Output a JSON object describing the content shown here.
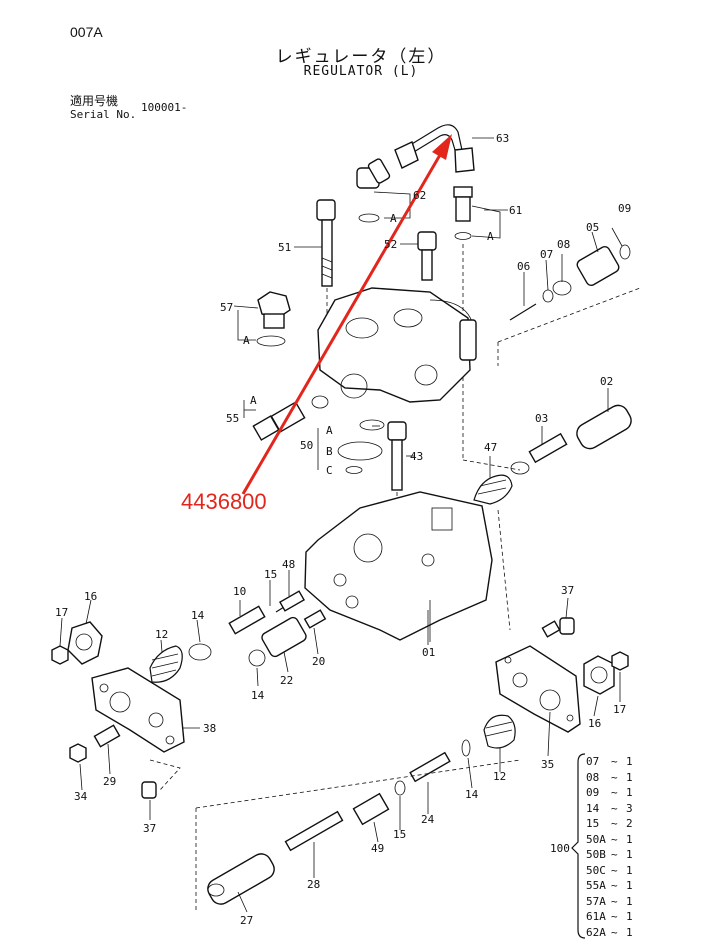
{
  "header": {
    "page_code": "007A",
    "title_jp": "レギュレータ（左）",
    "title_en": "REGULATOR (L)",
    "serial_label_jp": "適用号機",
    "serial_label_en": "Serial No.",
    "serial_value": "100001-"
  },
  "annotation": {
    "part_number": "4436800",
    "color": "#e3261c"
  },
  "callouts": {
    "c63": "63",
    "c62": "62",
    "c61": "61",
    "c52": "52",
    "c51": "51",
    "c57": "57",
    "c55": "55",
    "c50": "50",
    "c43": "43",
    "c09": "09",
    "c08": "08",
    "c07": "07",
    "c06": "06",
    "c05": "05",
    "c02": "02",
    "c03": "03",
    "c47": "47",
    "c01": "01",
    "c48": "48",
    "c15a": "15",
    "c10": "10",
    "c14a": "14",
    "c12a": "12",
    "c16a": "16",
    "c17a": "17",
    "c22": "22",
    "c20": "20",
    "c14b": "14",
    "c38": "38",
    "c29": "29",
    "c34": "34",
    "c37a": "37",
    "c37b": "37",
    "c16b": "16",
    "c17b": "17",
    "c35": "35",
    "c12b": "12",
    "c14c": "14",
    "c24": "24",
    "c15b": "15",
    "c49": "49",
    "c28": "28",
    "c27": "27",
    "c100": "100",
    "labA1": "A",
    "labA2": "A",
    "labA3": "A",
    "labA4": "A",
    "labA5": "A",
    "labB": "B",
    "labC": "C"
  },
  "kit_list": [
    {
      "part": "07",
      "qty": "1"
    },
    {
      "part": "08",
      "qty": "1"
    },
    {
      "part": "09",
      "qty": "1"
    },
    {
      "part": "14",
      "qty": "3"
    },
    {
      "part": "15",
      "qty": "2"
    },
    {
      "part": "50A",
      "qty": "1"
    },
    {
      "part": "50B",
      "qty": "1"
    },
    {
      "part": "50C",
      "qty": "1"
    },
    {
      "part": "55A",
      "qty": "1"
    },
    {
      "part": "57A",
      "qty": "1"
    },
    {
      "part": "61A",
      "qty": "1"
    },
    {
      "part": "62A",
      "qty": "1"
    }
  ]
}
